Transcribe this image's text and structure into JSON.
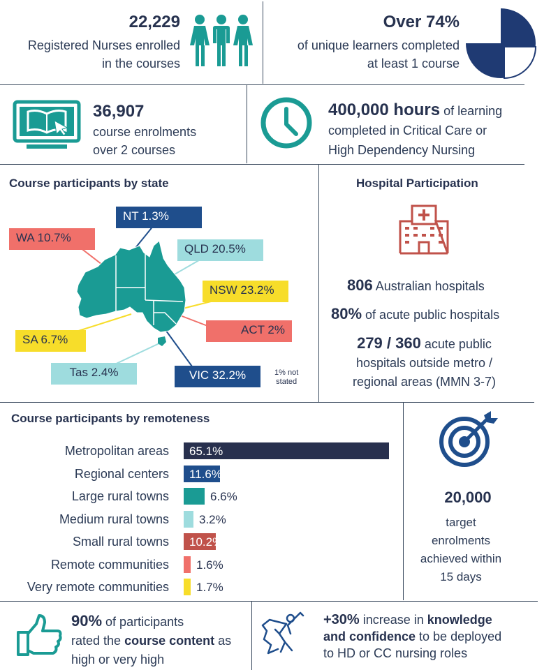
{
  "colors": {
    "navy": "#1f3a73",
    "dark_navy": "#28304e",
    "blue": "#1f4e8c",
    "teal": "#1a9b94",
    "light_teal": "#9edcde",
    "brick": "#c0524a",
    "salmon": "#f0706a",
    "yellow": "#f7dd2a",
    "text": "#2b3a55"
  },
  "nurses": {
    "number": "22,229",
    "line1": "Registered Nurses enrolled",
    "line2": "in the courses",
    "icon": "people-group-icon"
  },
  "learners": {
    "number": "Over 74%",
    "line1": "of unique learners completed",
    "line2": "at least 1 course",
    "icon": "pie-chart-icon",
    "fraction": 0.74
  },
  "enrolments": {
    "number": "36,907",
    "line1": "course enrolments",
    "line2": "over 2 courses",
    "icon": "computer-book-icon"
  },
  "hours": {
    "number": "400,000 hours",
    "line1_rest": " of learning",
    "line2": "completed in Critical Care or",
    "line3": "High Dependency Nursing",
    "icon": "clock-icon"
  },
  "by_state": {
    "title": "Course participants by state",
    "labels": {
      "nt": "NT 1.3%",
      "wa": "WA 10.7%",
      "qld": "QLD 20.5%",
      "nsw": "NSW 23.2%",
      "act": "ACT 2%",
      "sa": "SA 6.7%",
      "tas": "Tas 2.4%",
      "vic": "VIC 32.2%"
    },
    "note_line1": "1% not",
    "note_line2": "stated"
  },
  "hospital": {
    "title": "Hospital Participation",
    "icon": "hospital-icon",
    "stat1_number": "806",
    "stat1_text": " Australian hospitals",
    "stat2_number": "80%",
    "stat2_text": " of acute public hospitals",
    "stat3_number": "279 / 360",
    "stat3_text": "  acute public",
    "stat3_line2": "hospitals outside metro /",
    "stat3_line3": "regional areas (MMN 3-7)"
  },
  "by_remoteness": {
    "title": "Course participants by remoteness",
    "rows": [
      {
        "label": "Metropolitan areas",
        "value": "65.1%",
        "pct": 65.1
      },
      {
        "label": "Regional centers",
        "value": "11.6%",
        "pct": 11.6
      },
      {
        "label": "Large rural towns",
        "value": "6.6%",
        "pct": 6.6
      },
      {
        "label": "Medium rural towns",
        "value": "3.2%",
        "pct": 3.2
      },
      {
        "label": "Small rural towns",
        "value": "10.2%",
        "pct": 10.2
      },
      {
        "label": "Remote communities",
        "value": "1.6%",
        "pct": 1.6
      },
      {
        "label": "Very remote communities",
        "value": "1.7%",
        "pct": 1.7
      }
    ]
  },
  "target": {
    "icon": "target-icon",
    "number": "20,000",
    "line1": "target",
    "line2": "enrolments",
    "line3": "achieved within",
    "line4": "15 days"
  },
  "rating": {
    "icon": "thumbs-up-icon",
    "number": "90%",
    "text1": " of participants",
    "text2": "rated the ",
    "bold2": "course content",
    "text2b": " as",
    "text3": "high or very high"
  },
  "increase": {
    "icon": "superhero-icon",
    "number": "+30%",
    "text1": " increase in ",
    "bold1": "knowledge",
    "bold2": "and confidence",
    "text2": " to be deployed",
    "text3": "to HD or CC nursing roles"
  }
}
